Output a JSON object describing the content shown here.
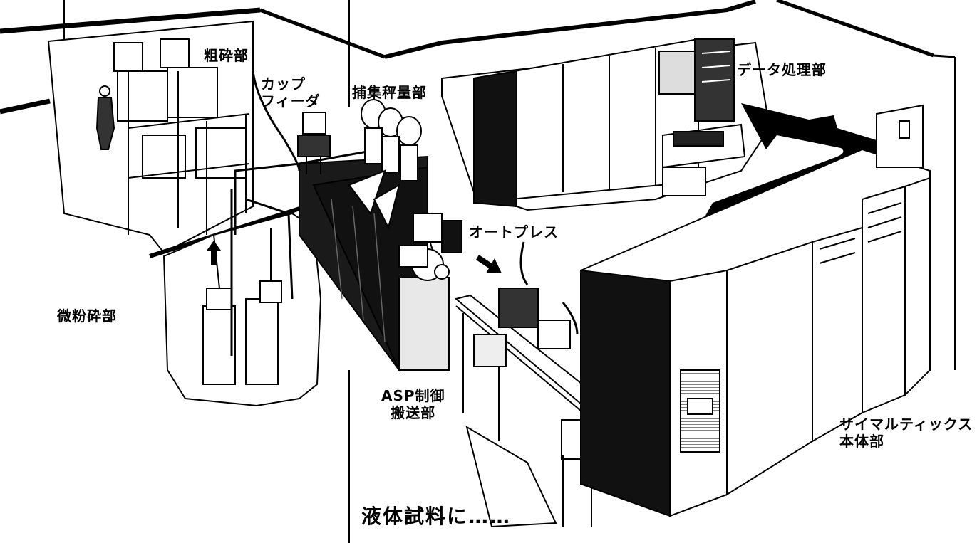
{
  "labels": {
    "coarse_crushing": "粗砕部",
    "cup_feeder": "カップ\nフィーダ",
    "collection_weighing": "捕集秤量部",
    "data_processing": "データ処理部",
    "auto_press": "オートプレス",
    "fine_grinding": "微粉砕部",
    "asp_control": "ASP制御\n搬送部",
    "simultix_main": "サイマルティックス\n本体部",
    "liquid_sample": "液体試料に……"
  },
  "colors": {
    "ink": "#000000",
    "paper": "#ffffff",
    "panel_gray": "#e8e8e8"
  }
}
